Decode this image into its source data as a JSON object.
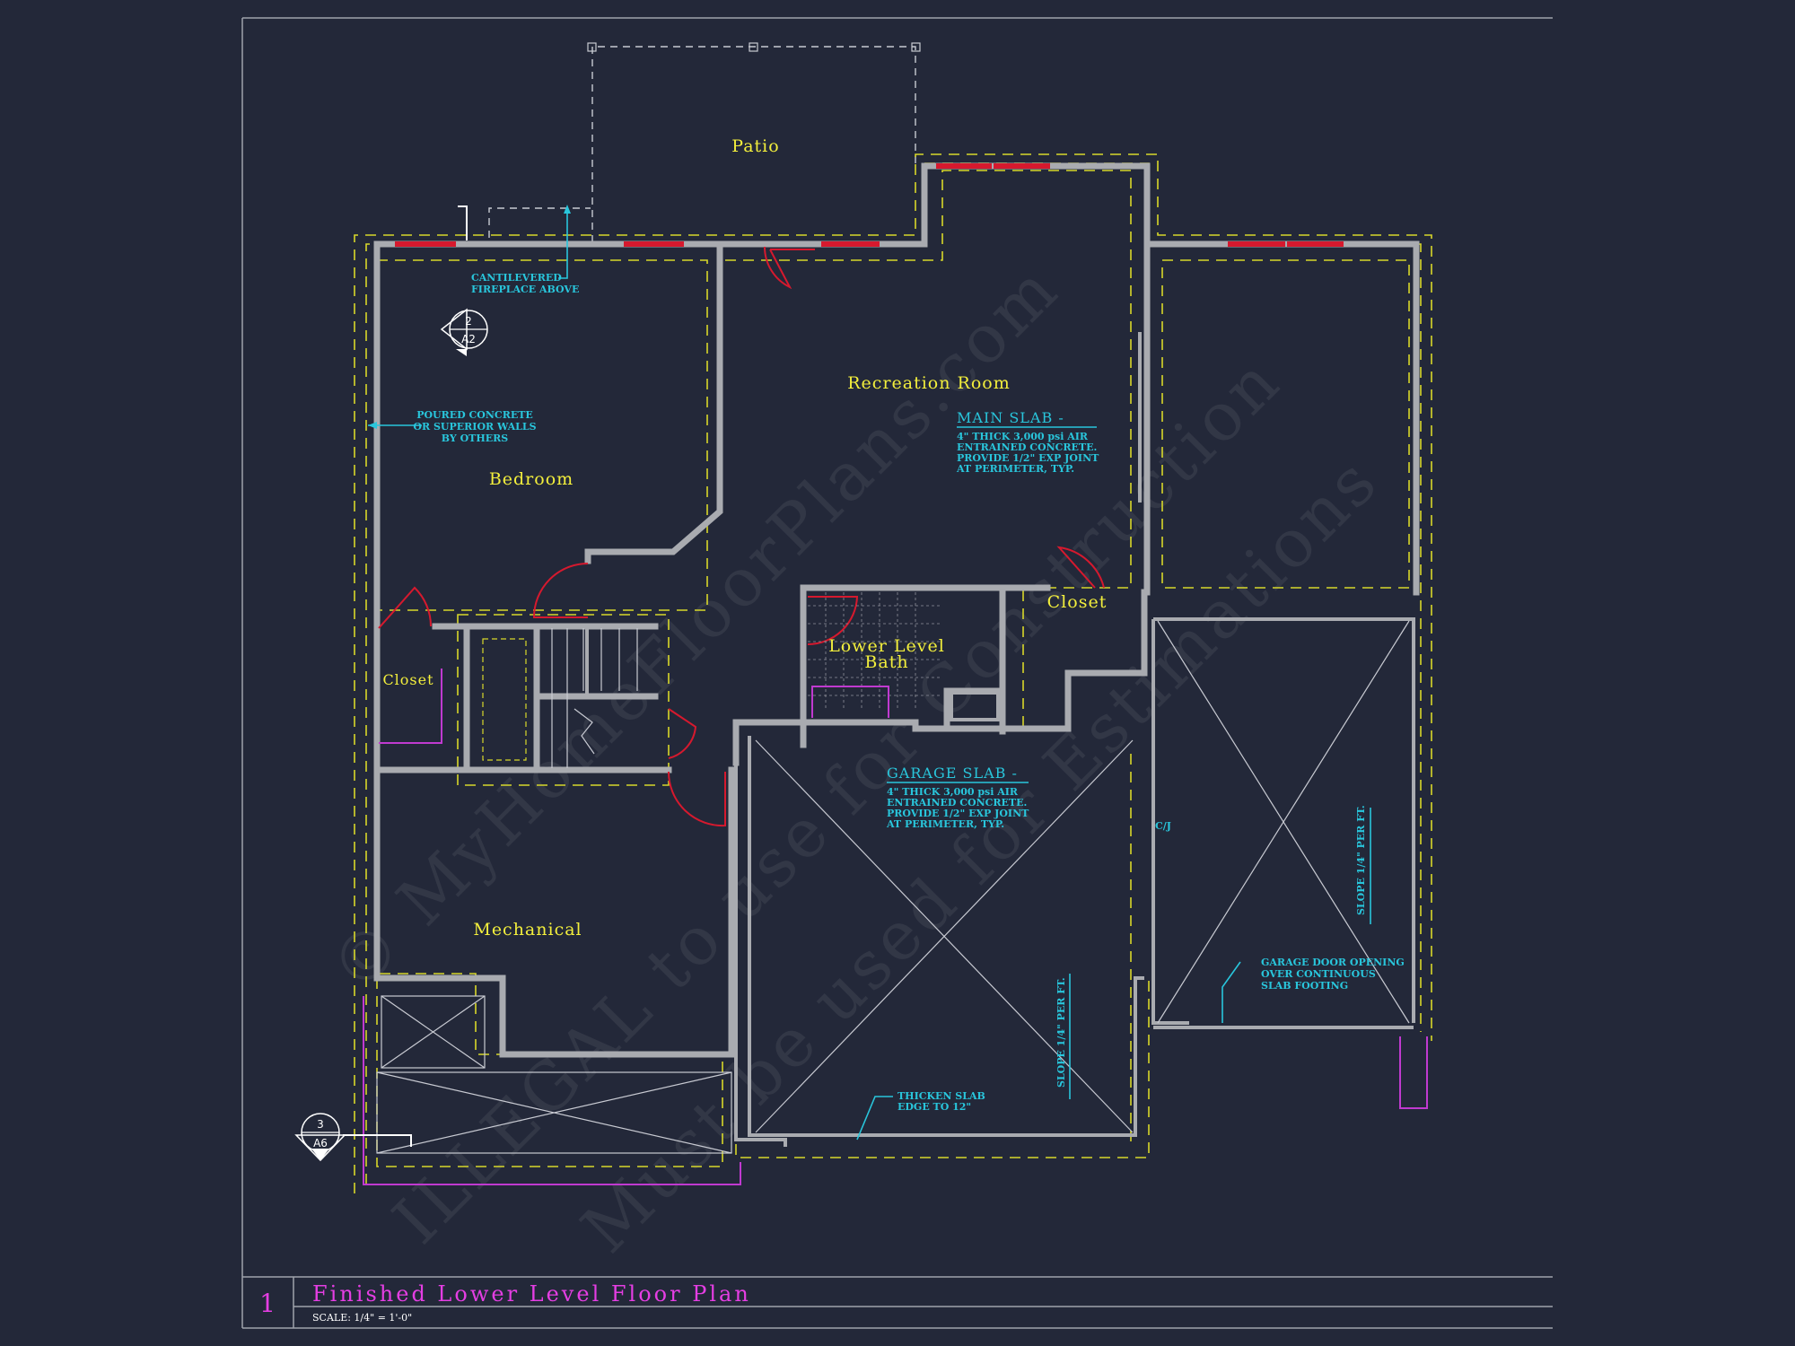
{
  "drawing": {
    "rooms": {
      "patio": "Patio",
      "recreation_room": "Recreation Room",
      "bedroom": "Bedroom",
      "closet_right": "Closet",
      "closet_left": "Closet",
      "bath_line1": "Lower Level",
      "bath_line2": "Bath",
      "mechanical": "Mechanical"
    },
    "notes": {
      "fireplace": [
        "CANTILEVERED",
        "FIREPLACE ABOVE"
      ],
      "concrete_walls": [
        "POURED CONCRETE",
        "OR SUPERIOR WALLS",
        "BY OTHERS"
      ],
      "main_slab_title": "MAIN SLAB -",
      "main_slab_text": [
        "4\" THICK 3,000 psi AIR",
        "ENTRAINED CONCRETE.",
        "PROVIDE 1/2\" EXP JOINT",
        "AT PERIMETER, TYP."
      ],
      "garage_slab_title": "GARAGE SLAB -",
      "garage_slab_text": [
        "4\" THICK 3,000 psi AIR",
        "ENTRAINED CONCRETE.",
        "PROVIDE 1/2\" EXP JOINT",
        "AT PERIMETER, TYP."
      ],
      "cj": "C/J",
      "slope_right": "SLOPE 1/4\" PER FT.",
      "slope_left": "SLOPE 1/4\" PER FT.",
      "garage_door": [
        "GARAGE DOOR OPENING",
        "OVER CONTINUOUS",
        "SLAB FOOTING"
      ],
      "thicken_slab": [
        "THICKEN SLAB",
        "EDGE TO 12\""
      ]
    },
    "section_tags": {
      "tag_a": {
        "number": "2",
        "sheet": "A2"
      },
      "tag_b": {
        "number": "3",
        "sheet": "A6"
      }
    },
    "watermark": [
      "© MyHomeFloorPlans.com",
      "ILLEGAL to use for Construction",
      "Must be used for Estimations"
    ]
  },
  "title_block": {
    "number": "1",
    "title": "Finished Lower Level Floor Plan",
    "scale": "SCALE: 1/4\" = 1'-0\""
  },
  "colors": {
    "background": "#232839",
    "walls": "#a9abb0",
    "room_labels": "#f3ef3c",
    "notes": "#29c6dc",
    "windows_doors": "#d6192e",
    "title": "#e53ee3"
  }
}
